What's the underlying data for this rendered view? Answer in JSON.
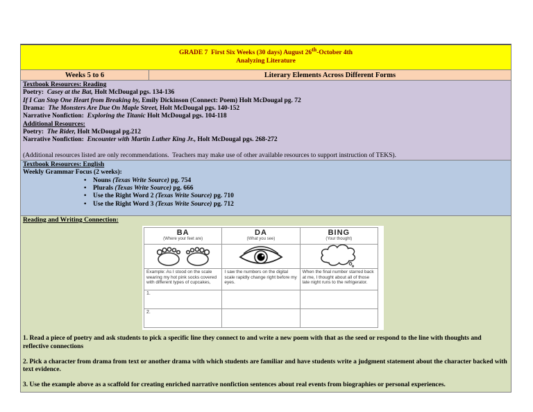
{
  "colors": {
    "title_bg": "#FFFF00",
    "title_text": "#8B0000",
    "week_row_bg": "#FBD3B4",
    "reading_bg": "#CEC5DC",
    "english_bg": "#B8CAE2",
    "green_bg": "#D8E0BD",
    "border": "#808080"
  },
  "header": {
    "title_lines": [
      {
        "segs": [
          {
            "t": "GRADE 7  First Six Weeks (30 days) August 26",
            "b": true
          },
          {
            "t": "th",
            "b": true,
            "sup": true
          },
          {
            "t": "-October 4th",
            "b": true
          }
        ]
      },
      {
        "segs": [
          {
            "t": "Analyzing Literature",
            "b": true
          }
        ]
      }
    ]
  },
  "week_row": {
    "left": "Weeks 5 to 6",
    "right": "Literary Elements Across Different Forms"
  },
  "reading_resources": {
    "lines": [
      {
        "segs": [
          {
            "t": "Textbook Resources: Reading",
            "b": true,
            "u": true
          }
        ]
      },
      {
        "segs": [
          {
            "t": "Poetry:  ",
            "b": true
          },
          {
            "t": "Casey at the Bat,",
            "b": true,
            "i": true
          },
          {
            "t": " Holt McDougal pgs. 134-136",
            "b": true
          }
        ]
      },
      {
        "segs": [
          {
            "t": "If I Can Stop One Heart from Breaking by,",
            "b": true,
            "i": true
          },
          {
            "t": " Emily Dickinson (Connect: Poem) Holt McDougal pg. 72",
            "b": true
          }
        ]
      },
      {
        "segs": [
          {
            "t": "Drama:  ",
            "b": true
          },
          {
            "t": "The Monsters Are Due On Maple Street,",
            "b": true,
            "i": true
          },
          {
            "t": " Holt McDougal pgs. 140-152",
            "b": true
          }
        ]
      },
      {
        "segs": [
          {
            "t": "Narrative Nonfiction:  ",
            "b": true
          },
          {
            "t": "Exploring the Titanic",
            "b": true,
            "i": true
          },
          {
            "t": " Holt McDougal pgs. 104-118",
            "b": true
          }
        ]
      },
      {
        "segs": [
          {
            "t": "Additional Resources:",
            "b": true,
            "u": true
          }
        ]
      },
      {
        "segs": [
          {
            "t": "Poetry:  ",
            "b": true
          },
          {
            "t": "The Rider,",
            "b": true,
            "i": true
          },
          {
            "t": " Holt McDougal pg.212",
            "b": true
          }
        ]
      },
      {
        "segs": [
          {
            "t": "Narrative Nonfiction:  ",
            "b": true
          },
          {
            "t": "Encounter with Martin Luther King Jr.,",
            "b": true,
            "i": true
          },
          {
            "t": " Holt McDougal pgs. 268-272",
            "b": true
          }
        ]
      },
      {
        "segs": []
      },
      {
        "segs": [
          {
            "t": "(Additional resources listed are only recommendations.  Teachers may make use of other available resources to support instruction of TEKS)."
          }
        ]
      }
    ]
  },
  "english_resources": {
    "lines": [
      {
        "segs": [
          {
            "t": "Textbook Resources: English",
            "b": true,
            "u": true
          }
        ]
      },
      {
        "segs": [
          {
            "t": "Weekly Grammar Focus (2 weeks):",
            "b": true
          }
        ]
      },
      {
        "bullet": true,
        "segs": [
          {
            "t": "Nouns ",
            "b": true
          },
          {
            "t": "(Texas Write Source)",
            "b": true,
            "i": true
          },
          {
            "t": " pg. 754",
            "b": true
          }
        ]
      },
      {
        "bullet": true,
        "segs": [
          {
            "t": "Plurals ",
            "b": true
          },
          {
            "t": "(Texas Write Source)",
            "b": true,
            "i": true
          },
          {
            "t": " pg. 666",
            "b": true
          }
        ]
      },
      {
        "bullet": true,
        "segs": [
          {
            "t": "Use the Right Word 2 ",
            "b": true
          },
          {
            "t": "(Texas Write Source)",
            "b": true,
            "i": true
          },
          {
            "t": " pg. 710",
            "b": true
          }
        ]
      },
      {
        "bullet": true,
        "segs": [
          {
            "t": "Use the Right Word 3 ",
            "b": true
          },
          {
            "t": "(Texas Write Source)",
            "b": true,
            "i": true
          },
          {
            "t": " pg. 712",
            "b": true
          }
        ]
      }
    ]
  },
  "connection": {
    "heading_lines": [
      {
        "segs": [
          {
            "t": "Reading and Writing Connection:",
            "b": true,
            "u": true
          }
        ]
      }
    ],
    "image": {
      "columns": [
        {
          "title": "BA",
          "sub": "(Where your feet are)",
          "icon": "feet-icon",
          "example": "Example: As I stood on the scale wearing my hot pink socks covered with different types of cupcakes,"
        },
        {
          "title": "DA",
          "sub": "(What you see)",
          "icon": "eye-icon",
          "example": "I saw the numbers on the digital scale rapidly change right before my eyes."
        },
        {
          "title": "BING",
          "sub": "(Your thought)",
          "icon": "thought-cloud-icon",
          "example": "When the final number starred back at me, I thought about all of those late night runs to the refrigerator."
        }
      ],
      "numbered_rows": [
        "1.",
        "2."
      ]
    },
    "paragraphs": [
      "1. Read a piece of poetry and ask students to pick a specific line they connect to and write a new poem with that as the seed or respond to the line with thoughts and reflective connections",
      "2. Pick a character from drama from text or another drama with which students are familiar and have students write a judgment statement about the character backed with text evidence.",
      "3. Use the example above as a scaffold for creating enriched narrative nonfiction sentences about real events from biographies or personal experiences."
    ]
  }
}
